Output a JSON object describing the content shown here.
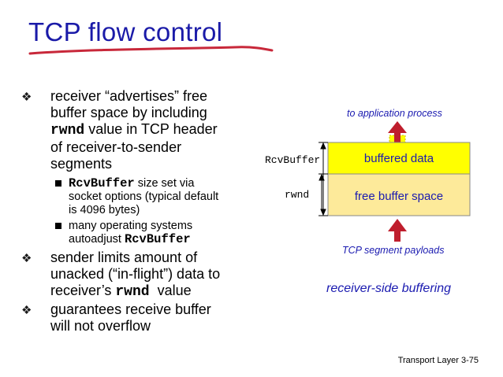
{
  "slide": {
    "title": "TCP flow control",
    "footer": "Transport Layer 3-75"
  },
  "bullets": {
    "b1": {
      "l1": "receiver “advertises” free",
      "l2": "buffer space by including",
      "l3_code": "rwnd",
      "l3_text": " value in TCP header",
      "l4": "of receiver-to-sender",
      "l5": "segments"
    },
    "s1": {
      "code": "RcvBuffer",
      "l1_text": " size set via",
      "l2": "socket options (typical default",
      "l3": "is 4096 bytes)"
    },
    "s2": {
      "l1": "many operating systems",
      "l2_text": "autoadjust ",
      "l2_code": "RcvBuffer"
    },
    "b2": {
      "l1": "sender limits amount of",
      "l2": "unacked (“in-flight”) data to",
      "l3_text": "receiver’s ",
      "l3_code": "rwnd",
      "l3_tail": "  value"
    },
    "b3": {
      "l1": "guarantees receive buffer",
      "l2": "will not overflow"
    }
  },
  "diagram": {
    "to_app_label": "to application process",
    "buffered_label": "buffered data",
    "free_label": "free buffer space",
    "rcvbuffer_label": "RcvBuffer",
    "rwnd_label": "rwnd",
    "payloads_label": "TCP segment payloads",
    "caption": "receiver-side buffering",
    "colors": {
      "title": "#1a1aa8",
      "underline": "#c8283a",
      "buffered": "#ffff00",
      "free": "#fdea9a",
      "label_blue": "#1a1ab0",
      "arrow_red": "#bf1e2d"
    }
  }
}
